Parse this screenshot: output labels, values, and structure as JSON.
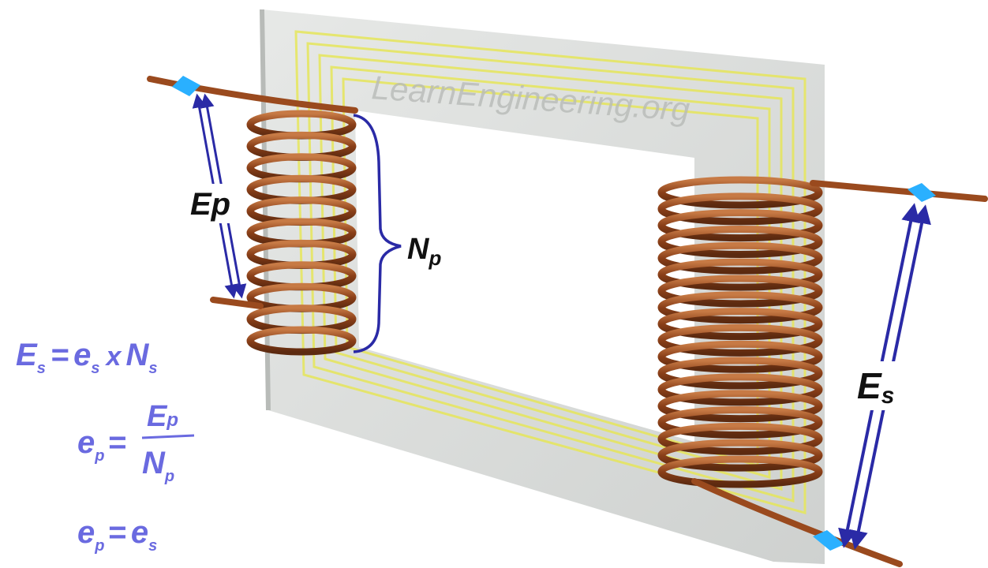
{
  "watermark": "LearnEngineering.org",
  "labels": {
    "primary_voltage": "Ep",
    "primary_turns": {
      "main": "N",
      "sub": "p"
    },
    "secondary_voltage": {
      "main": "E",
      "sub": "s"
    }
  },
  "equations": {
    "eq1": {
      "lhs_main": "E",
      "lhs_sub": "s",
      "rhs1_main": "e",
      "rhs1_sub": "s",
      "op": "x",
      "rhs2_main": "N",
      "rhs2_sub": "s"
    },
    "eq2": {
      "lhs_main": "e",
      "lhs_sub": "p",
      "num_main": "E",
      "num_sub": "p",
      "den_main": "N",
      "den_sub": "p"
    },
    "eq3": {
      "lhs_main": "e",
      "lhs_sub": "p",
      "rhs_main": "e",
      "rhs_sub": "s"
    },
    "equals": "="
  },
  "colors": {
    "core": "#d9dcd9",
    "flux": "#e6e65a",
    "copper": "#9a4a1e",
    "arrow": "#2a2aa6",
    "equation": "#6a6ae0",
    "terminal": "#2ab0ff"
  }
}
